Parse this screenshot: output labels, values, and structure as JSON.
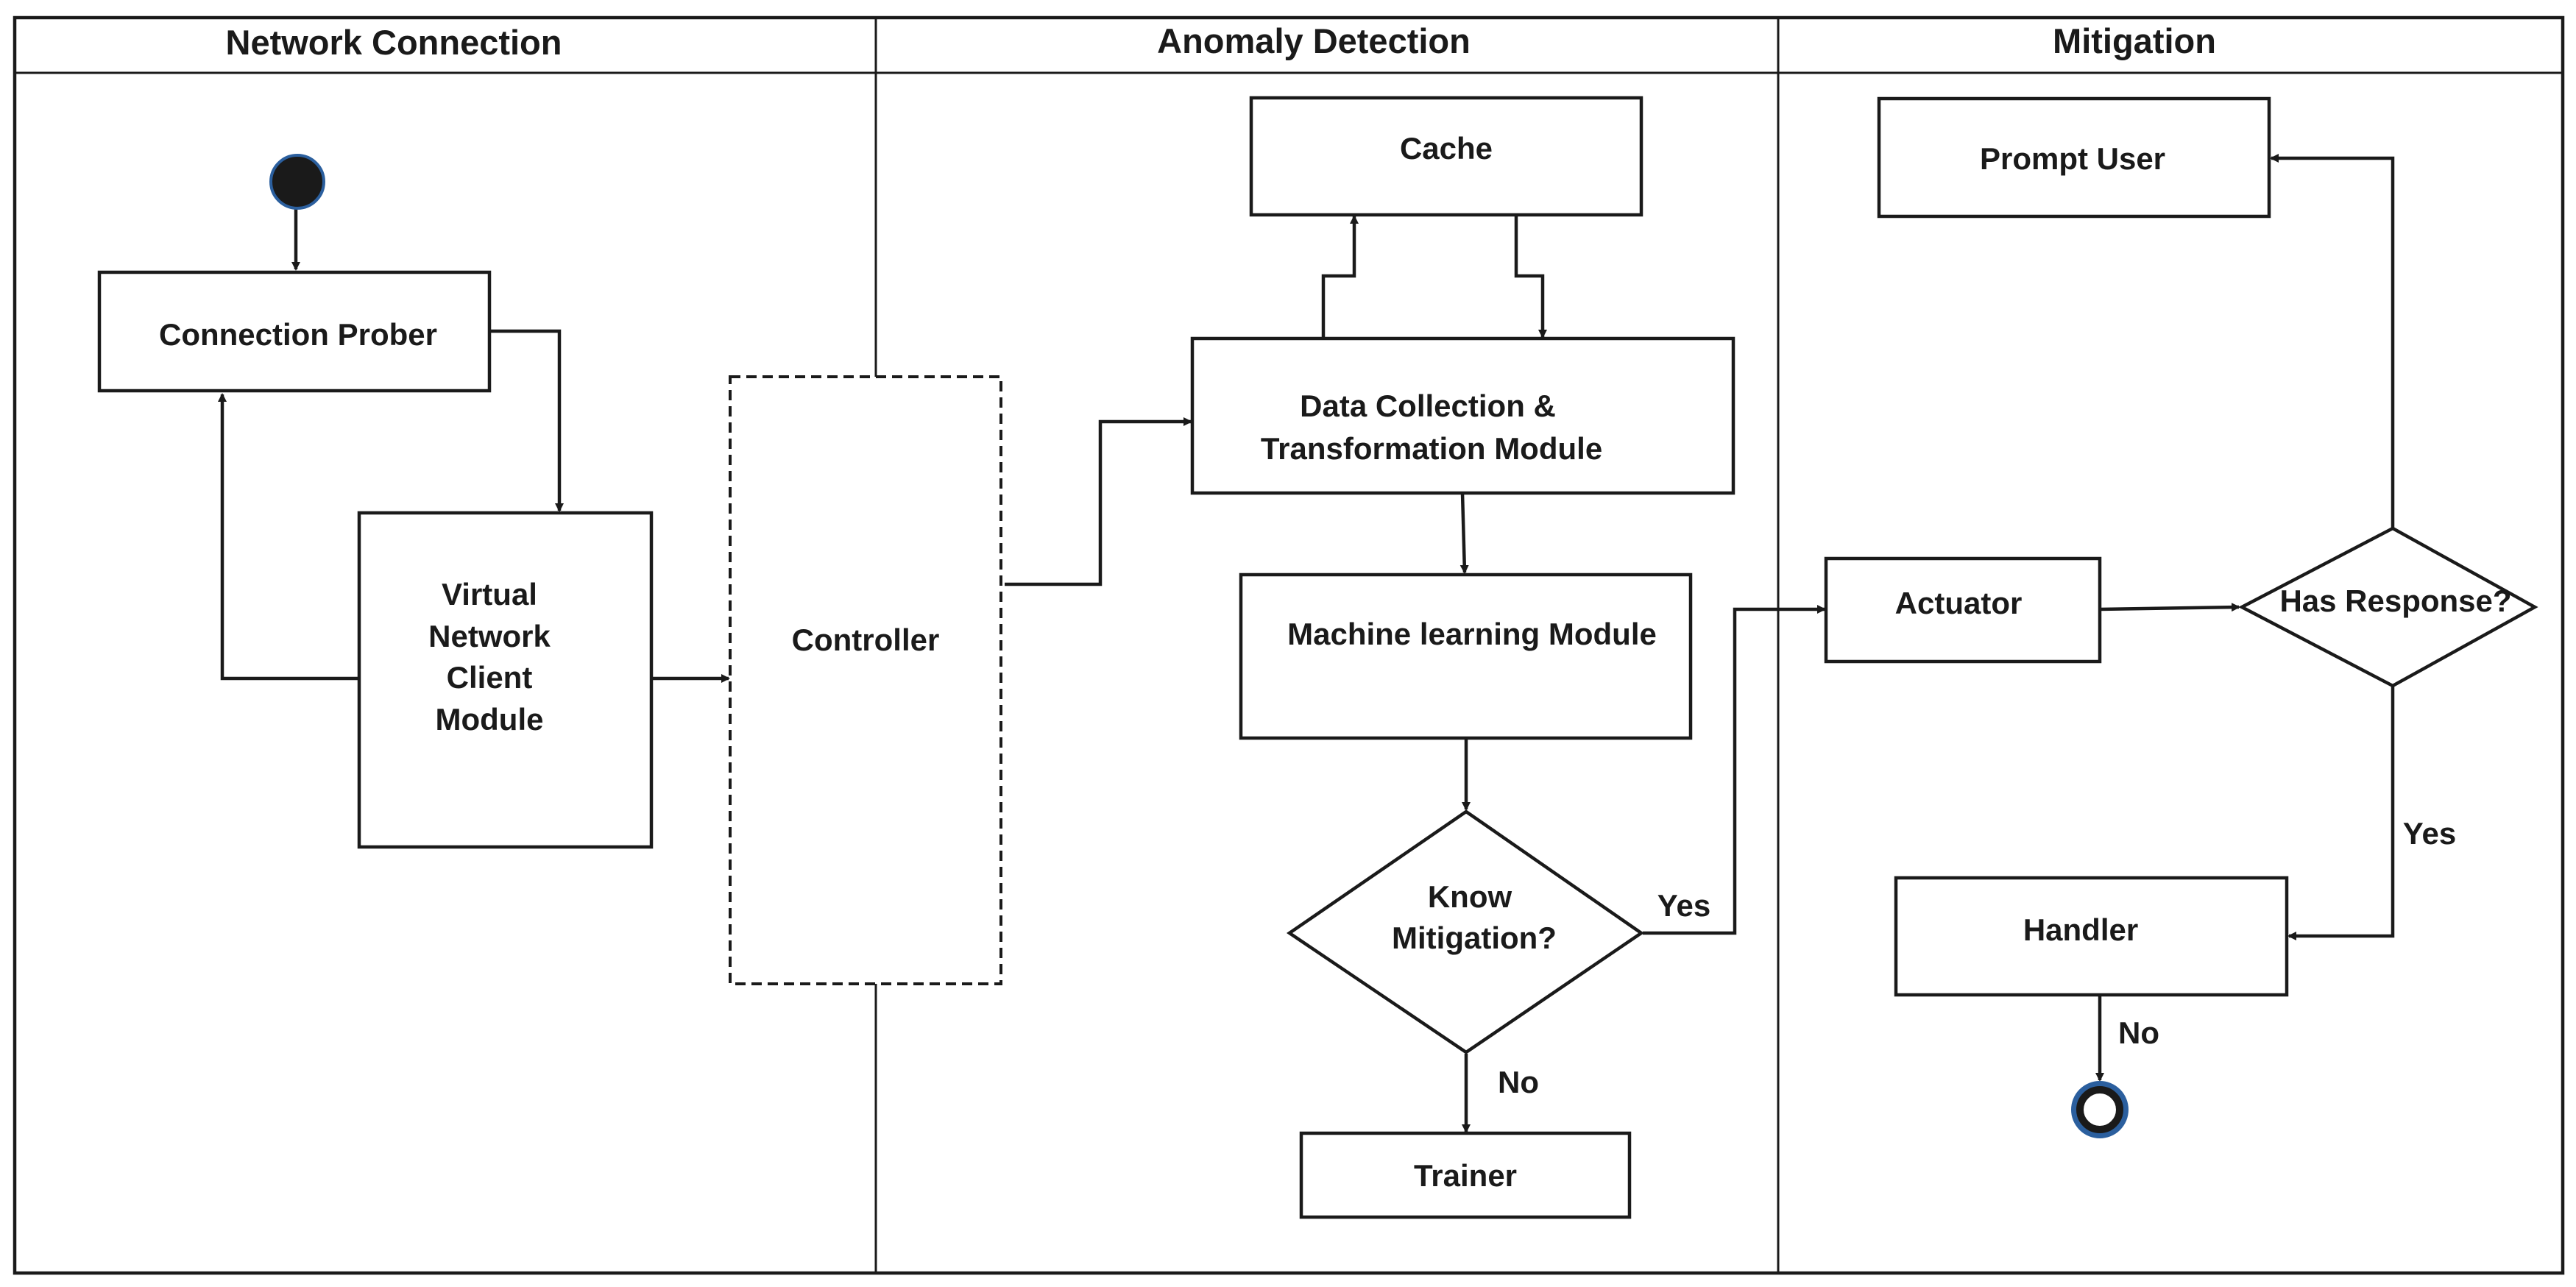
{
  "lanes": {
    "network_connection": "Network Connection",
    "anomaly_detection": "Anomaly Detection",
    "mitigation": "Mitigation"
  },
  "nodes": {
    "connection_prober": "Connection Prober",
    "virtual_network_client": [
      "Virtual",
      "Network",
      "Client",
      "Module"
    ],
    "controller": "Controller",
    "cache": "Cache",
    "data_collection": [
      "Data Collection &",
      "Transformation Module"
    ],
    "machine_learning": "Machine learning Module",
    "know_mitigation": [
      "Know",
      "Mitigation?"
    ],
    "trainer": "Trainer",
    "prompt_user": "Prompt User",
    "actuator": "Actuator",
    "has_response": "Has Response?",
    "handler": "Handler"
  },
  "edge_labels": {
    "know_yes": "Yes",
    "know_no": "No",
    "response_yes": "Yes",
    "handler_no": "No"
  },
  "colors": {
    "stroke": "#1a1a1a",
    "start_fill": "#1a1a1a",
    "terminal_ring": "#2b5f9e"
  }
}
